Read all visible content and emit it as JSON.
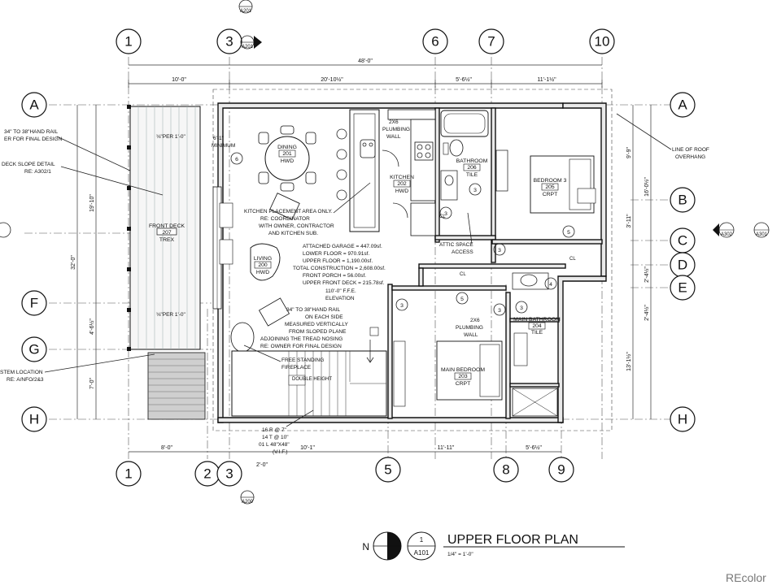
{
  "plan": {
    "title": "UPPER FLOOR PLAN",
    "scale": "1/4\" = 1'-0\"",
    "sheet_num": "1",
    "sheet_ref": "A101",
    "north_letter": "N",
    "watermark": "REcolor"
  },
  "grid": {
    "columns_top": [
      "1",
      "3",
      "6",
      "7",
      "10"
    ],
    "columns_bottom": [
      "1",
      "2",
      "3",
      "5",
      "8",
      "9"
    ],
    "rows_left": [
      "A",
      "F",
      "G",
      "H"
    ],
    "rows_right": [
      "A",
      "B",
      "C",
      "D",
      "E",
      "H"
    ]
  },
  "dims": {
    "overall": "48'-0\"",
    "top": [
      "10'-0\"",
      "20'-10½\"",
      "5'-6½\"",
      "11'-1½\""
    ],
    "bottom": [
      "8'-0\"",
      "10'-1\"",
      "11'-11\"",
      "5'-6½\""
    ],
    "left_vertical": [
      "32'-0\"",
      "19'-10\"",
      "4'-6½\"",
      "7'-0\""
    ],
    "right_vertical": [
      "9'-9\"",
      "16'-0½\"",
      "3'-11\"",
      "2'-4½\"",
      "2'-4½\"",
      "13'-1½\""
    ],
    "bottom_small": "2'-0\""
  },
  "rooms": [
    {
      "name": "DINING",
      "num": "201",
      "finish": "HWD"
    },
    {
      "name": "KITCHEN",
      "num": "202",
      "finish": "HWD"
    },
    {
      "name": "BATHROOM",
      "num": "206",
      "finish": "TILE"
    },
    {
      "name": "BEDROOM 3",
      "num": "205",
      "finish": "CRPT"
    },
    {
      "name": "FRONT DECK",
      "num": "207",
      "finish": "TREX"
    },
    {
      "name": "LIVING",
      "num": "200",
      "finish": "HWD"
    },
    {
      "name": "MAIN BEDROOM",
      "num": "203",
      "finish": "CRPT"
    },
    {
      "name": "MAIN BATHROOM",
      "num": "204",
      "finish": "TILE"
    }
  ],
  "notes": {
    "hand_rail_top": "34\" TO 38\"HAND RAIL",
    "hand_rail_top2": "ER FOR FINAL DESIGN",
    "deck_slope": "DECK  SLOPE DETAIL",
    "deck_slope_ref": "RE: A302/1",
    "stem_location": "STEM LOCATION",
    "stem_ref": "RE: A/NFO/2&3",
    "slope_1": "⅛\"PER 1'-0\"",
    "slope_2": "⅛\"PER 1'-0\"",
    "minimum_dim": "6'-1\"",
    "minimum": "MINIMUM",
    "plumbing_wall_1": "2X6",
    "plumbing_wall_1b": "PLUMBING",
    "plumbing_wall_1c": "WALL",
    "kitchen_placement": "KITCHEN PLACEMENT AREA ONLY.",
    "kitchen_placement2": "RE: COORDINATOR",
    "kitchen_placement3": "WITH OWNER, CONTRACTOR",
    "kitchen_placement4": "AND KITCHEN SUB.",
    "line_of_roof": "LINE OF ROOF",
    "overhang": "OVERHANG",
    "attic": "ATTIC SPACE",
    "attic2": "ACCESS",
    "elevation": "110'-0\" F.F.E.",
    "elevation2": "ELEVATION",
    "rail_note1": "34\" TO 38\"HAND RAIL",
    "rail_note2": "ON EACH SIDE",
    "rail_note3": "MEASURED VERTICALLY",
    "rail_note4": "FROM SLOPED PLANE",
    "rail_note5": "ADJOINING THE TREAD NOSING",
    "rail_note6": "RE: OWNER FOR FINAL DESIGN",
    "fireplace": "FREE STANDING",
    "fireplace2": "FIREPLACE",
    "plumbing_wall_2": "2X6",
    "plumbing_wall_2b": "PLUMBING",
    "plumbing_wall_2c": "WALL",
    "stair1": "16 R @ 7\"",
    "stair2": "14 T @ 10\"",
    "stair3": "01 L 48\"X48\"",
    "stair4": "(V.I.F.)",
    "stair_header": "DOUBLE HEIGHT",
    "cl": "CL",
    "ref_a201": "A201",
    "ref_a200": "A200",
    "ref_a302": "A302",
    "ref_a301": "A301"
  },
  "area_summary": [
    "ATTACHED GARAGE = 447.09sf.",
    "LOWER FLOOR       =   970.91sf.",
    "UPPER FLOOR       = 1,190.00sf.",
    "TOTAL CONSTRUCTION = 2,608.00sf.",
    "FRONT PORCH         =   56.00sf.",
    "UPPER FRONT DECK   = 215.78sf."
  ],
  "callouts": [
    "6",
    "3",
    "3",
    "3",
    "5",
    "4",
    "3",
    "3",
    "5",
    "3"
  ]
}
